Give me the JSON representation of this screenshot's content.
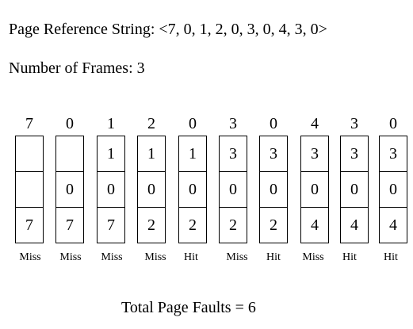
{
  "reference_label": "Page Reference String: <7, 0, 1, 2, 0, 3, 0, 4, 3, 0>",
  "frames_label": "Number of Frames: 3",
  "steps": [
    {
      "ref": "7",
      "frames": [
        "",
        "",
        "7"
      ],
      "status": "Miss"
    },
    {
      "ref": "0",
      "frames": [
        "",
        "0",
        "7"
      ],
      "status": "Miss"
    },
    {
      "ref": "1",
      "frames": [
        "1",
        "0",
        "7"
      ],
      "status": "Miss"
    },
    {
      "ref": "2",
      "frames": [
        "1",
        "0",
        "2"
      ],
      "status": "Miss"
    },
    {
      "ref": "0",
      "frames": [
        "1",
        "0",
        "2"
      ],
      "status": "Hit"
    },
    {
      "ref": "3",
      "frames": [
        "3",
        "0",
        "2"
      ],
      "status": "Miss"
    },
    {
      "ref": "0",
      "frames": [
        "3",
        "0",
        "2"
      ],
      "status": "Hit"
    },
    {
      "ref": "4",
      "frames": [
        "3",
        "0",
        "4"
      ],
      "status": "Miss"
    },
    {
      "ref": "3",
      "frames": [
        "3",
        "0",
        "4"
      ],
      "status": "Hit"
    },
    {
      "ref": "0",
      "frames": [
        "3",
        "0",
        "4"
      ],
      "status": "Hit"
    }
  ],
  "total_label": "Total Page Faults = 6"
}
